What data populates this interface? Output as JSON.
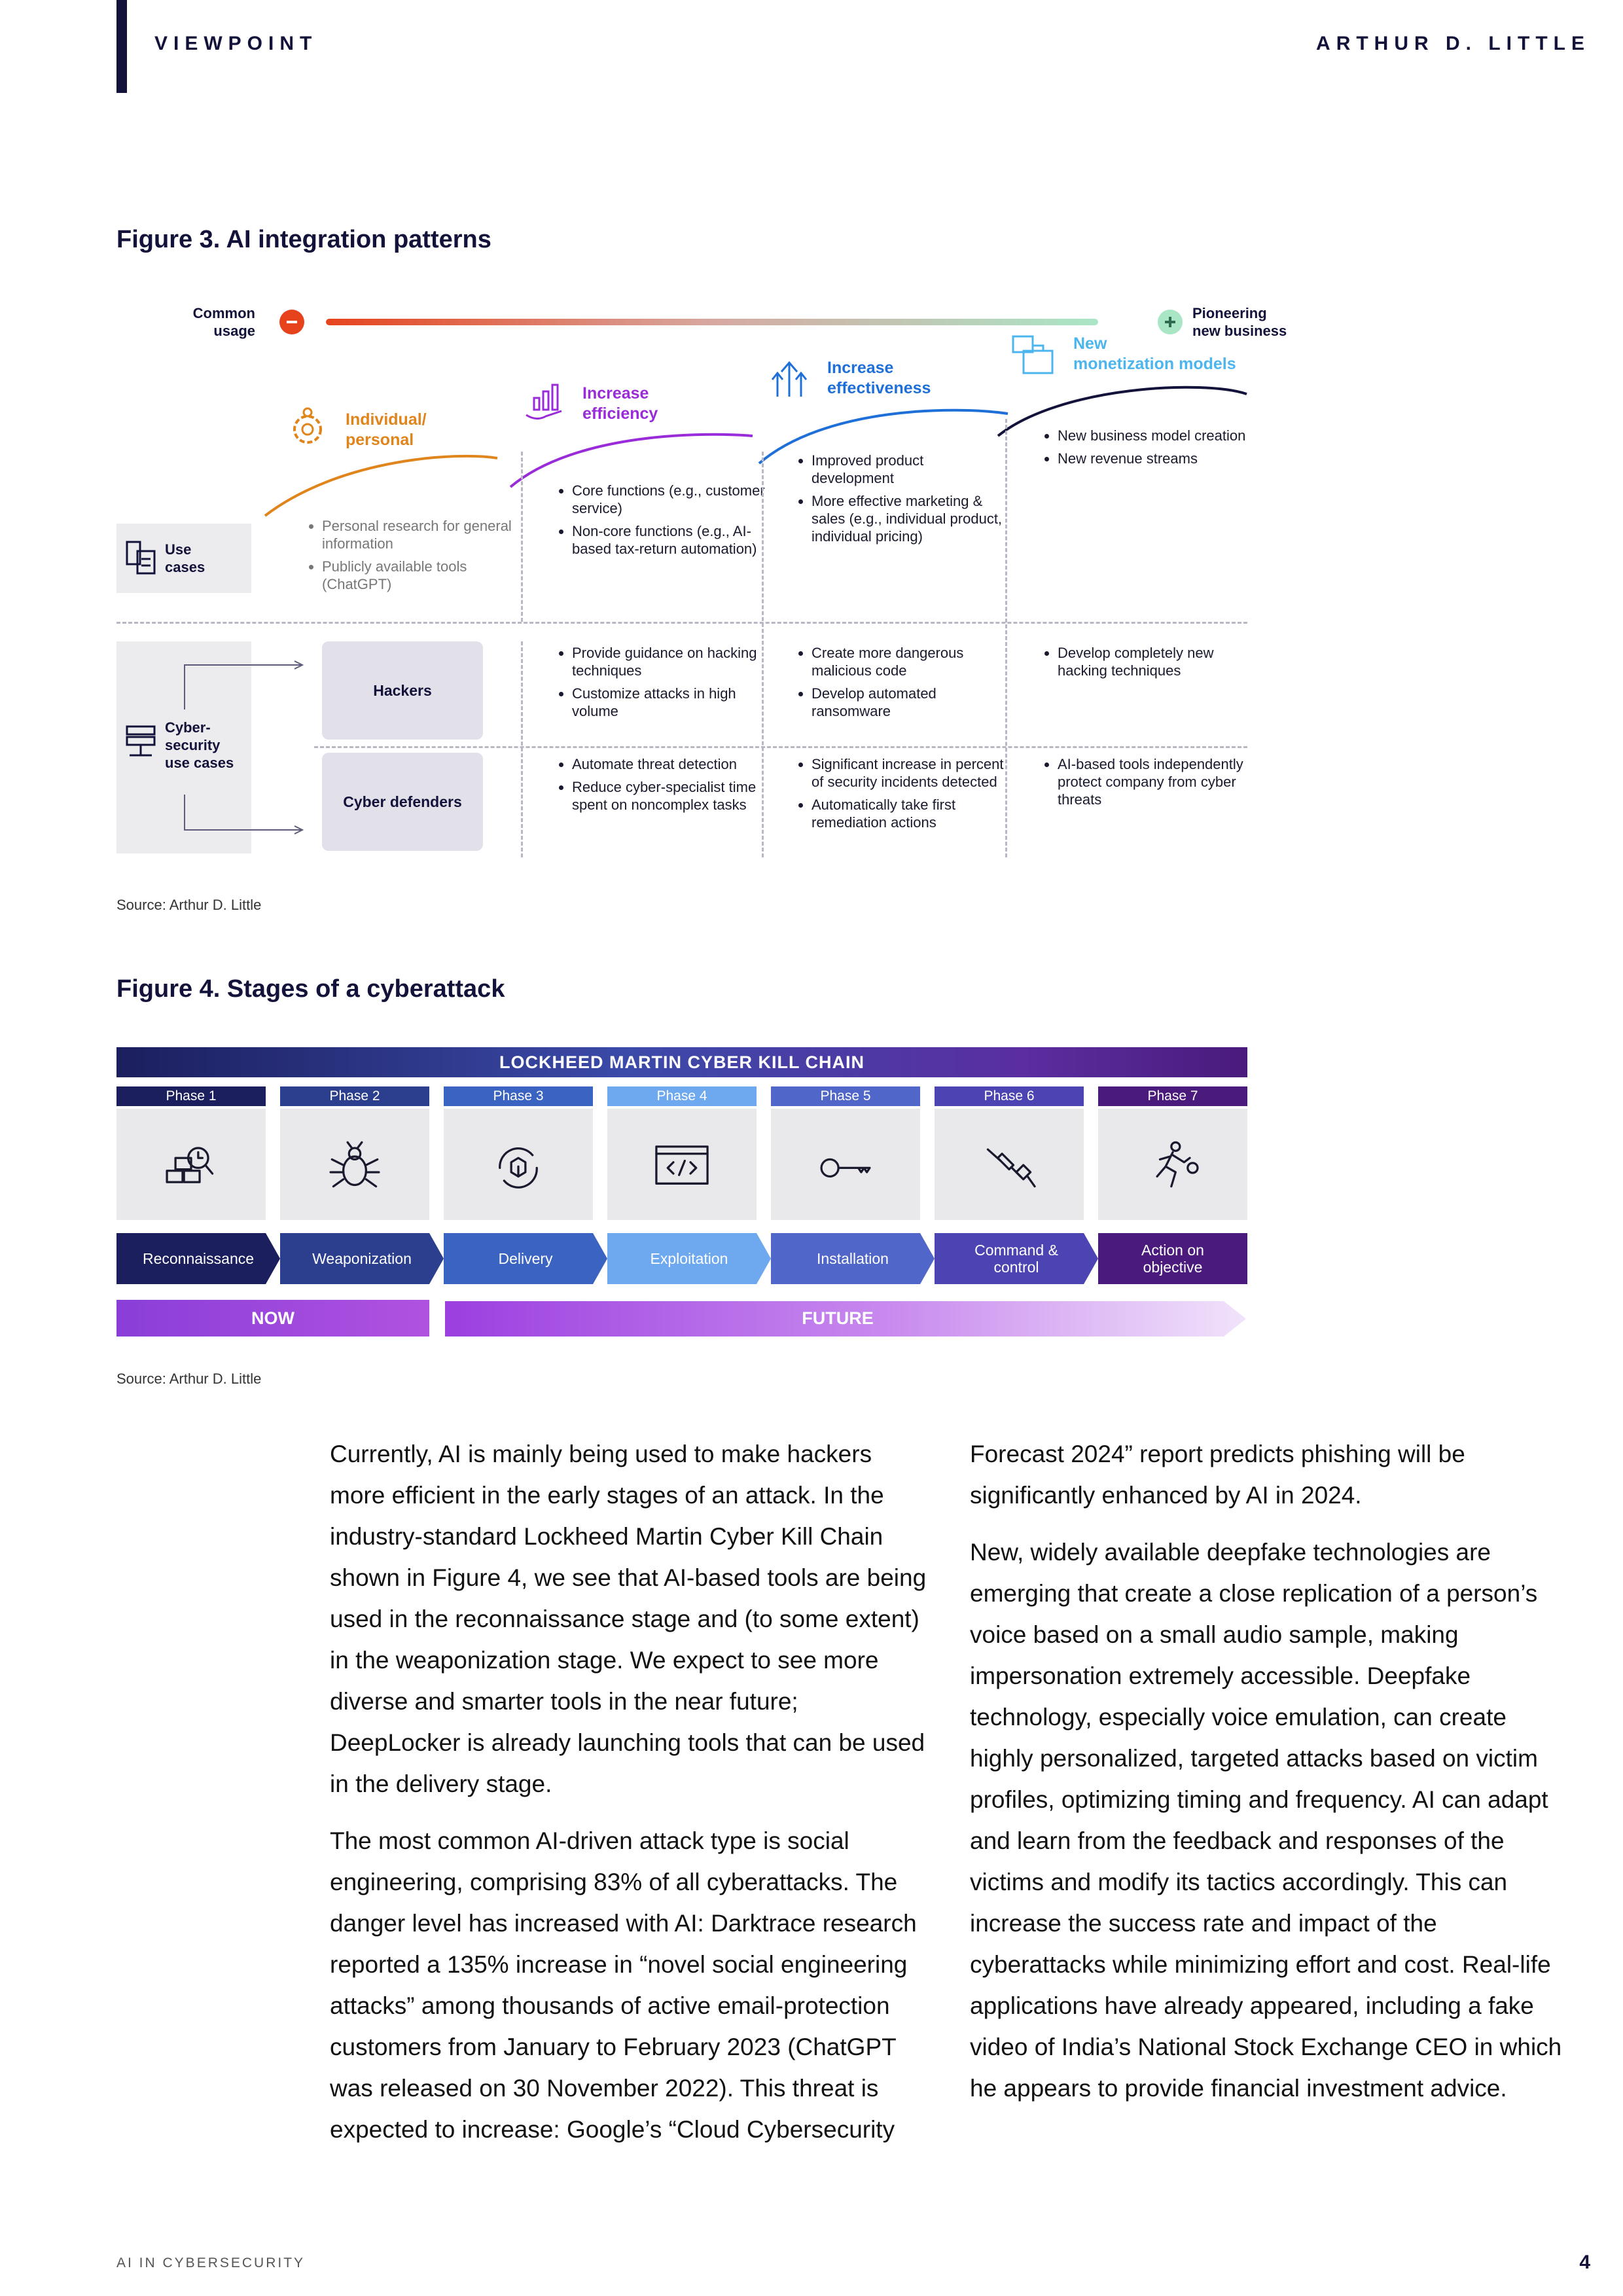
{
  "header": {
    "left": "VIEWPOINT",
    "right": "ARTHUR D. LITTLE"
  },
  "figure3": {
    "title": "Figure 3. AI integration patterns",
    "scale": {
      "left": "Common\nusage",
      "right": "Pioneering\nnew business"
    },
    "categories": [
      {
        "label": "Individual/\npersonal",
        "color": "#e0841c"
      },
      {
        "label": "Increase\nefficiency",
        "color": "#9a2bd8"
      },
      {
        "label": "Increase\neffectiveness",
        "color": "#1e6fd8"
      },
      {
        "label": "New\nmonetization models",
        "color": "#4db5ee"
      }
    ],
    "use_cases_label": "Use\ncases",
    "use_cases": [
      [
        "Personal research for general information",
        "Publicly available tools (ChatGPT)"
      ],
      [
        "Core functions (e.g., customer service)",
        "Non-core functions (e.g., AI-based tax-return automation)"
      ],
      [
        "Improved product development",
        "More effective marketing & sales (e.g., individual product, individual pricing)"
      ],
      [
        "New business model creation",
        "New revenue streams"
      ]
    ],
    "cyber_label": "Cyber-\nsecurity\nuse cases",
    "hackers_label": "Hackers",
    "defenders_label": "Cyber defenders",
    "hackers": [
      [
        "Provide guidance on hacking techniques",
        "Customize attacks in high volume"
      ],
      [
        "Create more dangerous malicious code",
        "Develop automated ransomware"
      ],
      [
        "Develop completely new hacking techniques"
      ]
    ],
    "defenders": [
      [
        "Automate threat detection",
        "Reduce cyber-specialist time spent on noncomplex tasks"
      ],
      [
        "Significant increase in percent of security incidents detected",
        "Automatically take first remediation actions"
      ],
      [
        "AI-based tools independently protect company from cyber threats"
      ]
    ],
    "source": "Source: Arthur D. Little"
  },
  "figure4": {
    "title": "Figure 4. Stages of a cyberattack",
    "banner": "LOCKHEED MARTIN CYBER KILL CHAIN",
    "phases": [
      {
        "phase": "Phase 1",
        "stage": "Reconnaissance",
        "icon": "reconnaissance-icon",
        "color": "#1b1f5e"
      },
      {
        "phase": "Phase 2",
        "stage": "Weaponization",
        "icon": "bug-icon",
        "color": "#2b3f8e"
      },
      {
        "phase": "Phase 3",
        "stage": "Delivery",
        "icon": "package-cycle-icon",
        "color": "#3a63c2"
      },
      {
        "phase": "Phase 4",
        "stage": "Exploitation",
        "icon": "code-window-icon",
        "color": "#6ea8ee"
      },
      {
        "phase": "Phase 5",
        "stage": "Installation",
        "icon": "key-icon",
        "color": "#5066c9"
      },
      {
        "phase": "Phase 6",
        "stage": "Command &\ncontrol",
        "icon": "plug-icon",
        "color": "#4b44b2"
      },
      {
        "phase": "Phase 7",
        "stage": "Action on\nobjective",
        "icon": "runner-icon",
        "color": "#4a1b7c"
      }
    ],
    "now": "NOW",
    "future": "FUTURE",
    "source": "Source: Arthur D. Little"
  },
  "body": {
    "col1": [
      "Currently, AI is mainly being used to make hackers more efficient in the early stages of an attack. In the industry-standard Lockheed Martin Cyber Kill Chain shown in Figure 4, we see that AI-based tools are being used in the reconnaissance stage and (to some extent) in the weaponization stage. We expect to see more diverse and smarter tools in the near future; DeepLocker is already launching tools that can be used in the delivery stage.",
      "The most common AI-driven attack type is social engineering, comprising 83% of all cyberattacks. The danger level has increased with AI: Darktrace research reported a 135% increase in “novel social engineering attacks” among thousands of active email-protection customers from January to February 2023 (ChatGPT was released on 30 November 2022). This threat is expected to increase: Google’s “Cloud Cybersecurity"
    ],
    "col2": [
      "Forecast 2024” report predicts phishing will be significantly enhanced by AI in 2024.",
      "New, widely available deepfake technologies are emerging that create a close replication of a person’s voice based on a small audio sample, making impersonation extremely accessible. Deepfake technology, especially voice emulation, can create highly personalized, targeted attacks based on victim profiles, optimizing timing and frequency. AI can adapt and learn from the feedback and responses of the victims and modify its tactics accordingly. This can increase the success rate and impact of the cyberattacks while minimizing effort and cost. Real-life applications have already appeared, including a fake video of India’s National Stock Exchange CEO in which he appears to provide financial investment advice."
    ]
  },
  "footer": {
    "left": "AI IN CYBERSECURITY",
    "page": "4"
  }
}
